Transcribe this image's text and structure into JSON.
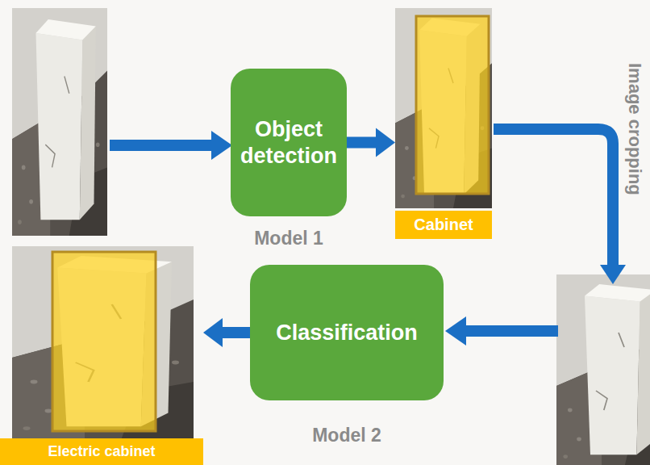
{
  "diagram": {
    "nodes": [
      {
        "text": [
          "Object detection",
          "Model 1"
        ]
      },
      {
        "text": [
          "Cabinet"
        ]
      },
      {
        "text": [
          "Classification",
          "Model 2"
        ]
      },
      {
        "text": [
          "Electric cabinet"
        ]
      }
    ],
    "edges": [
      {
        "from": 0,
        "to": 1,
        "arrow": "to"
      },
      {
        "from": 2,
        "to": 3,
        "arrow": "to"
      }
    ],
    "labels": [
      "Image cropping"
    ]
  }
}
